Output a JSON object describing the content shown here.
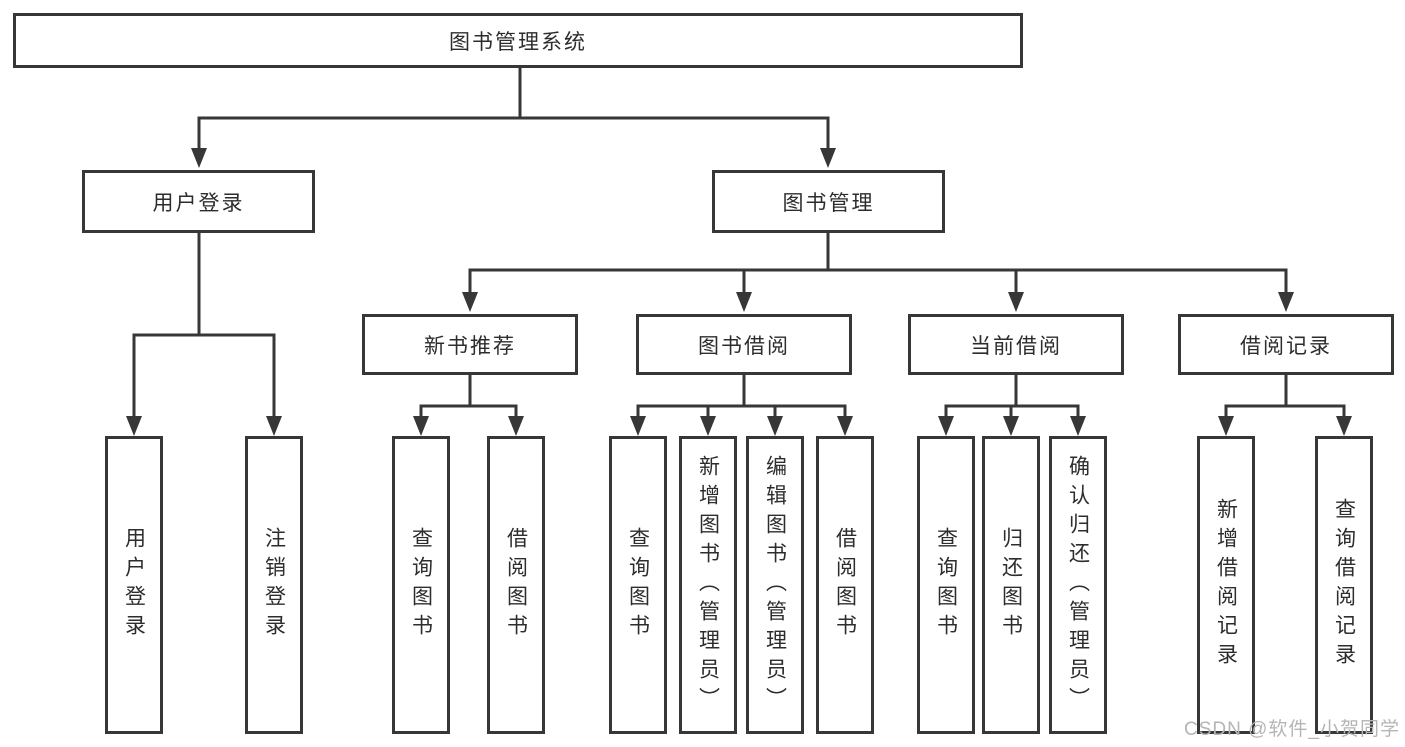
{
  "colors": {
    "line": "#373737",
    "box_fill": "#ffffff",
    "text": "#2d2d2d",
    "watermark": "#b5b5b5",
    "background": "#ffffff"
  },
  "watermark": {
    "text": "CSDN @软件_小贺同学"
  },
  "tree": {
    "label": "图书管理系统",
    "children": [
      {
        "label": "用户登录",
        "children": [
          {
            "label": "用户登录"
          },
          {
            "label": "注销登录"
          }
        ]
      },
      {
        "label": "图书管理",
        "children": [
          {
            "label": "新书推荐",
            "children": [
              {
                "label": "查询图书"
              },
              {
                "label": "借阅图书"
              }
            ]
          },
          {
            "label": "图书借阅",
            "children": [
              {
                "label": "查询图书"
              },
              {
                "label": "新增图书（管理员）"
              },
              {
                "label": "编辑图书（管理员）"
              },
              {
                "label": "借阅图书"
              }
            ]
          },
          {
            "label": "当前借阅",
            "children": [
              {
                "label": "查询图书"
              },
              {
                "label": "归还图书"
              },
              {
                "label": "确认归还（管理员）"
              }
            ]
          },
          {
            "label": "借阅记录",
            "children": [
              {
                "label": "新增借阅记录"
              },
              {
                "label": "查询借阅记录"
              }
            ]
          }
        ]
      }
    ]
  }
}
